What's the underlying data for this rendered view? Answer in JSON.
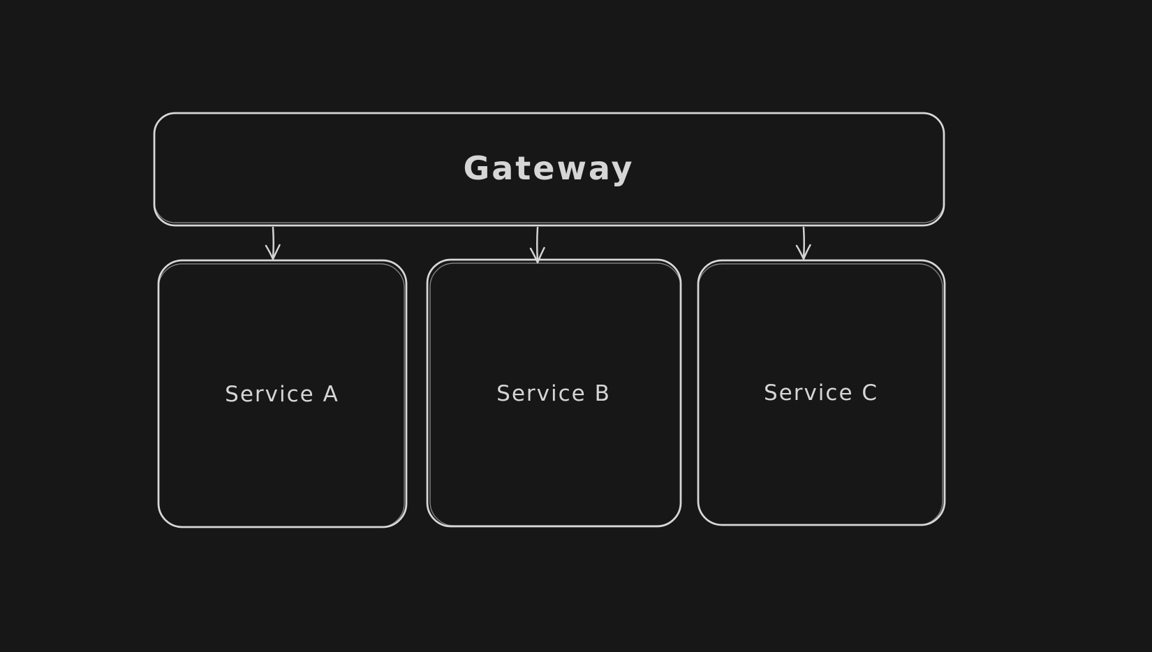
{
  "diagram": {
    "background_color": "#171717",
    "stroke_color": "#d8d8d8",
    "text_color": "#d6d6d6",
    "nodes": {
      "gateway": {
        "label": "Gateway",
        "shape": "rounded-rectangle"
      },
      "service_a": {
        "label": "Service A",
        "shape": "rounded-rectangle"
      },
      "service_b": {
        "label": "Service B",
        "shape": "rounded-rectangle"
      },
      "service_c": {
        "label": "Service C",
        "shape": "rounded-rectangle"
      }
    },
    "edges": [
      {
        "from": "Gateway",
        "to": "Service A",
        "type": "arrow"
      },
      {
        "from": "Gateway",
        "to": "Service B",
        "type": "arrow"
      },
      {
        "from": "Gateway",
        "to": "Service C",
        "type": "arrow"
      }
    ]
  }
}
